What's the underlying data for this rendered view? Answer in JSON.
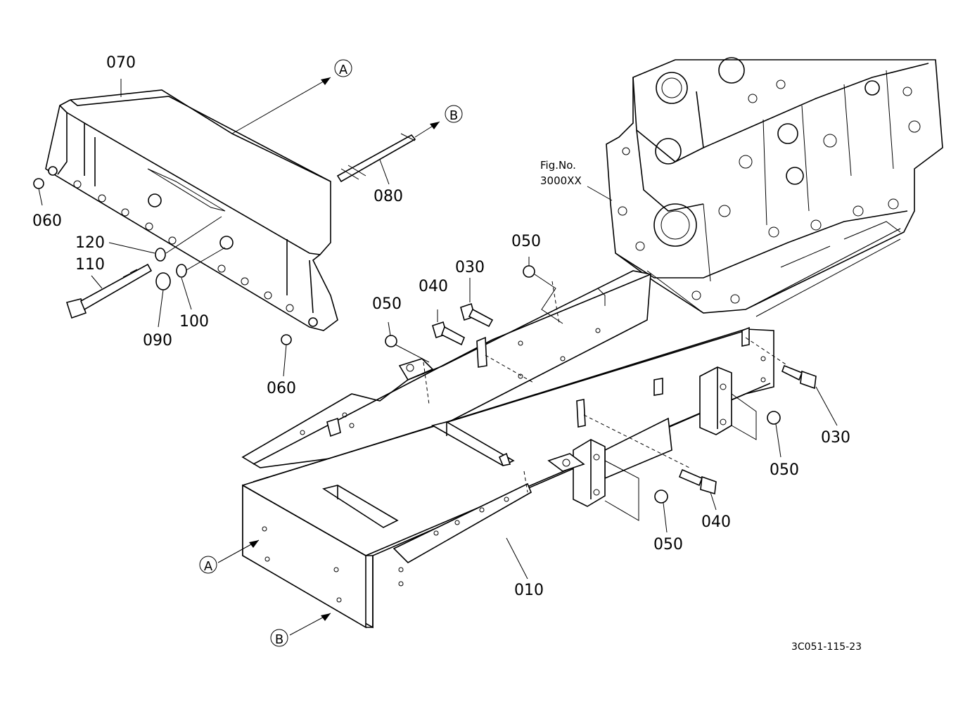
{
  "callouts": {
    "p070": "070",
    "p080": "080",
    "p060a": "060",
    "p060b": "060",
    "p120": "120",
    "p110": "110",
    "p090": "090",
    "p100": "100",
    "p050a": "050",
    "p050b": "050",
    "p050c": "050",
    "p050d": "050",
    "p040a": "040",
    "p040b": "040",
    "p030a": "030",
    "p030b": "030",
    "p010": "010"
  },
  "markers": {
    "a_top": "A",
    "b_top": "B",
    "a_bottom": "A",
    "b_bottom": "B"
  },
  "figure_ref": {
    "line1": "Fig.No.",
    "line2": "3000XX"
  },
  "drawing_number": "3C051-115-23"
}
